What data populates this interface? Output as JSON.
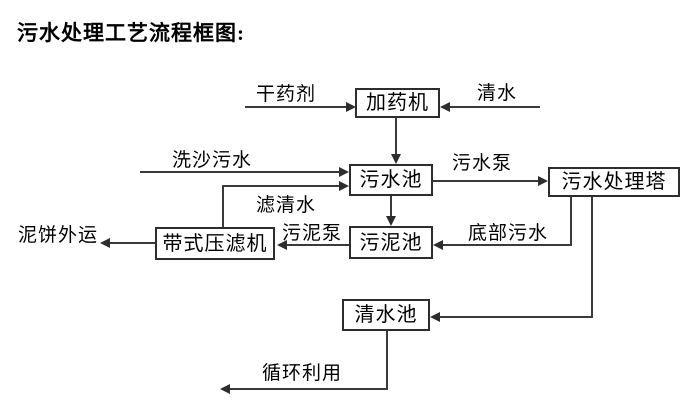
{
  "title": "污水处理工艺流程框图:",
  "nodes": {
    "dosing_machine": "加药机",
    "sewage_pool": "污水池",
    "treatment_tower": "污水处理塔",
    "sludge_pool": "污泥池",
    "belt_filter_press": "带式压滤机",
    "clean_water_pool": "清水池"
  },
  "edges": {
    "dry_chemical": "干药剂",
    "clean_water": "清水",
    "sand_washing_sewage": "洗沙污水",
    "filtered_water": "滤清水",
    "sewage_pump": "污水泵",
    "bottom_sewage": "底部污水",
    "sludge_pump": "污泥泵",
    "mud_cake_out": "泥饼外运",
    "recycle_use": "循环利用"
  },
  "colors": {
    "line": "#3a3a3a",
    "border": "#2d2d2d",
    "text": "#000000",
    "background": "#ffffff"
  }
}
